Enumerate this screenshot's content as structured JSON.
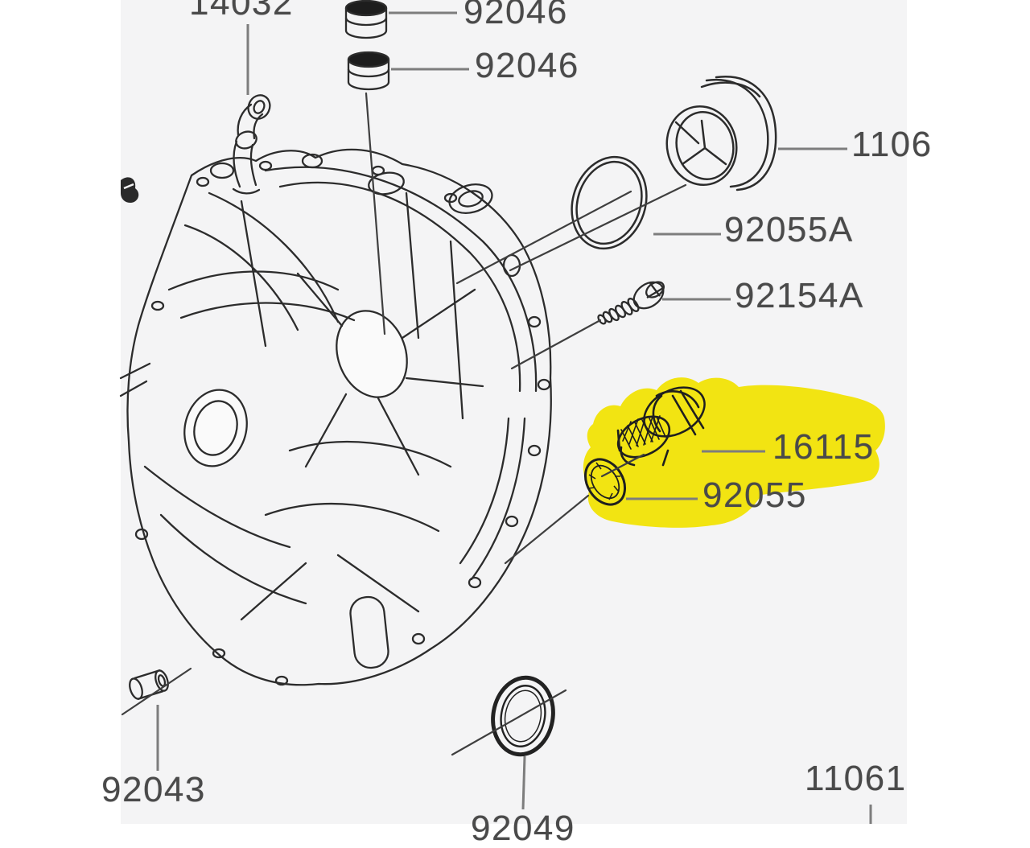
{
  "diagram": {
    "type": "exploded-parts-line-drawing",
    "colors": {
      "page_bg": "#ffffff",
      "panel_bg": "#f4f4f5",
      "art_line": "#2c2c2c",
      "leader_line": "#7d7d7d",
      "label_text": "#4a4a4a",
      "highlight": "#f2e412"
    },
    "part_labels": [
      {
        "text": "14032",
        "clipped": "top"
      },
      {
        "text": "92046"
      },
      {
        "text": "92046"
      },
      {
        "text": "1106",
        "clipped": "right"
      },
      {
        "text": "92055A"
      },
      {
        "text": "92154A"
      },
      {
        "text": "16115",
        "highlighted": true
      },
      {
        "text": "92055",
        "highlighted": true
      },
      {
        "text": "92043",
        "clipped": "left"
      },
      {
        "text": "92049",
        "clipped": "bottom"
      },
      {
        "text": "11061",
        "clipped": "right"
      }
    ]
  }
}
